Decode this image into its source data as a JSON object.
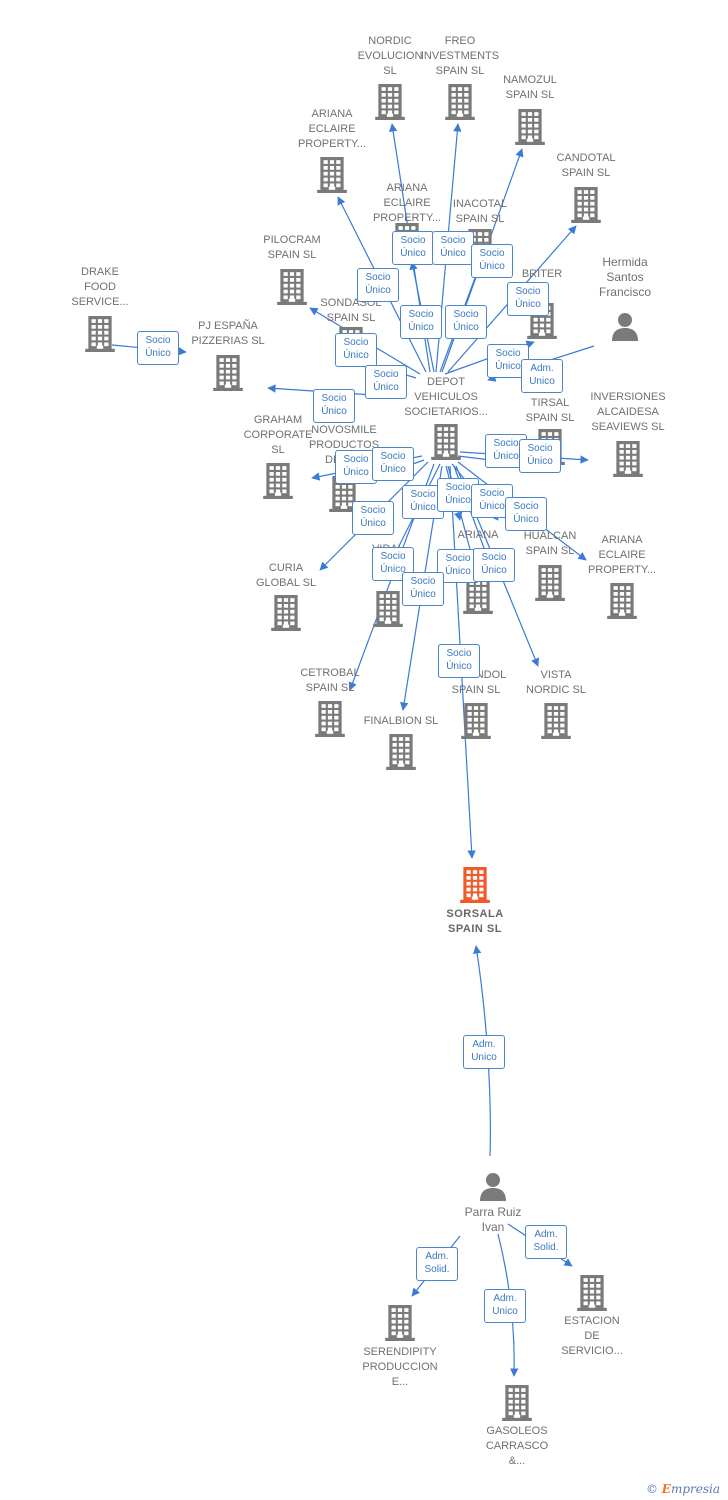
{
  "colors": {
    "line": "#3a7bd5",
    "node": "#7a7a7a",
    "focus": "#f05a28",
    "badge_border": "#4a86c8",
    "badge_text": "#3a78c2"
  },
  "focus": {
    "label": "SORSALA\nSPAIN  SL"
  },
  "hub": {
    "label": "DEPOT\nVEHICULOS\nSOCIETARIOS..."
  },
  "nodes": [
    {
      "id": "nordic-evolucion",
      "label": "NORDIC\nEVOLUCION\nSL",
      "type": "company"
    },
    {
      "id": "freo",
      "label": "FREO\nINVESTMENTS\nSPAIN  SL",
      "type": "company"
    },
    {
      "id": "namozul",
      "label": "NAMOZUL\nSPAIN  SL",
      "type": "company"
    },
    {
      "id": "ariana-1",
      "label": "ARIANA\nECLAIRE\nPROPERTY...",
      "type": "company"
    },
    {
      "id": "candotal",
      "label": "CANDOTAL\nSPAIN  SL",
      "type": "company"
    },
    {
      "id": "ariana-2",
      "label": "ARIANA\nECLAIRE\nPROPERTY...",
      "type": "company"
    },
    {
      "id": "inacotal",
      "label": "INACOTAL\nSPAIN  SL",
      "type": "company"
    },
    {
      "id": "pilocram",
      "label": "PILOCRAM\nSPAIN  SL",
      "type": "company"
    },
    {
      "id": "briter",
      "label": "BRITER\nSL",
      "type": "company"
    },
    {
      "id": "hermida",
      "label": "Hermida\nSantos\nFrancisco",
      "type": "person"
    },
    {
      "id": "drake",
      "label": "DRAKE\nFOOD\nSERVICE...",
      "type": "company"
    },
    {
      "id": "pj-espana",
      "label": "PJ ESPAÑA\nPIZZERIAS  SL",
      "type": "company"
    },
    {
      "id": "sondasol",
      "label": "SONDASOL\nSPAIN  SL",
      "type": "company"
    },
    {
      "id": "tirsal",
      "label": "TIRSAL\nSPAIN  SL",
      "type": "company"
    },
    {
      "id": "inversiones",
      "label": "INVERSIONES\nALCAIDESA\nSEAVIEWS  SL",
      "type": "company"
    },
    {
      "id": "graham",
      "label": "GRAHAM\nCORPORATE\nSL",
      "type": "company"
    },
    {
      "id": "novosmile",
      "label": "NOVOSMILE\nPRODUCTOS\nDENT...",
      "type": "company"
    },
    {
      "id": "ariana-3",
      "label": "ARIANA",
      "type": "company"
    },
    {
      "id": "hualcan",
      "label": "HUALCAN\nSPAIN  SL",
      "type": "company"
    },
    {
      "id": "ariana-4",
      "label": "ARIANA\nECLAIRE\nPROPERTY...",
      "type": "company"
    },
    {
      "id": "curia",
      "label": "CURIA\nGLOBAL  SL",
      "type": "company"
    },
    {
      "id": "vidal",
      "label": "VIDAL\nPRO...",
      "type": "company"
    },
    {
      "id": "cetrobal",
      "label": "CETROBAL\nSPAIN  SL",
      "type": "company"
    },
    {
      "id": "orlandol",
      "label": "ORLANDOL\nSPAIN  SL",
      "type": "company"
    },
    {
      "id": "vista-nordic",
      "label": "VISTA\nNORDIC  SL",
      "type": "company"
    },
    {
      "id": "finalbion",
      "label": "FINALBION  SL",
      "type": "company"
    },
    {
      "id": "parra",
      "label": "Parra Ruiz\nIvan",
      "type": "person"
    },
    {
      "id": "serendipity",
      "label": "SERENDIPITY\nPRODUCCION\nE...",
      "type": "company"
    },
    {
      "id": "estacion",
      "label": "ESTACION\nDE\nSERVICIO...",
      "type": "company"
    },
    {
      "id": "gasoleos",
      "label": "GASOLEOS\nCARRASCO\n&...",
      "type": "company"
    }
  ],
  "badges": [
    {
      "id": "b1",
      "text": "Socio\nÚnico"
    },
    {
      "id": "b2",
      "text": "Socio\nÚnico"
    },
    {
      "id": "b3",
      "text": "Socio\nÚnico"
    },
    {
      "id": "b4",
      "text": "Socio\nÚnico"
    },
    {
      "id": "b5",
      "text": "Socio\nÚnico"
    },
    {
      "id": "b6",
      "text": "Socio\nÚnico"
    },
    {
      "id": "b7",
      "text": "Socio\nÚnico"
    },
    {
      "id": "b8",
      "text": "Socio\nÚnico"
    },
    {
      "id": "b9",
      "text": "Socio\nÚnico"
    },
    {
      "id": "b10",
      "text": "Socio\nÚnico"
    },
    {
      "id": "b11",
      "text": "Socio\nÚnico"
    },
    {
      "id": "b12",
      "text": "Socio\nÚnico"
    },
    {
      "id": "b13",
      "text": "Adm.\nUnico"
    },
    {
      "id": "b14",
      "text": "Socio\nÚnico"
    },
    {
      "id": "b15",
      "text": "Socio\nÚnico"
    },
    {
      "id": "b16",
      "text": "Socio\nÚnico"
    },
    {
      "id": "b17",
      "text": "Socio\nÚnico"
    },
    {
      "id": "b18",
      "text": "Socio\nÚnico"
    },
    {
      "id": "b19",
      "text": "Socio\nÚnico"
    },
    {
      "id": "b20",
      "text": "Socio\nÚnico"
    },
    {
      "id": "b21",
      "text": "Socio\nÚnico"
    },
    {
      "id": "b22",
      "text": "Socio\nÚnico"
    },
    {
      "id": "b23",
      "text": "Socio\nÚnico"
    },
    {
      "id": "b24",
      "text": "Socio\nÚnico"
    },
    {
      "id": "b25",
      "text": "Socio\nÚnico"
    },
    {
      "id": "b26",
      "text": "Socio\nÚnico"
    },
    {
      "id": "b27",
      "text": "Socio\nÚnico"
    },
    {
      "id": "b28",
      "text": "Adm.\nUnico"
    },
    {
      "id": "b29",
      "text": "Adm.\nSolid."
    },
    {
      "id": "b30",
      "text": "Adm.\nSolid."
    },
    {
      "id": "b31",
      "text": "Adm.\nUnico"
    },
    {
      "id": "b32",
      "text": "Socio\nÚnico"
    }
  ],
  "brand": {
    "copyright": "©",
    "initial": "E",
    "rest": "mpresia"
  }
}
